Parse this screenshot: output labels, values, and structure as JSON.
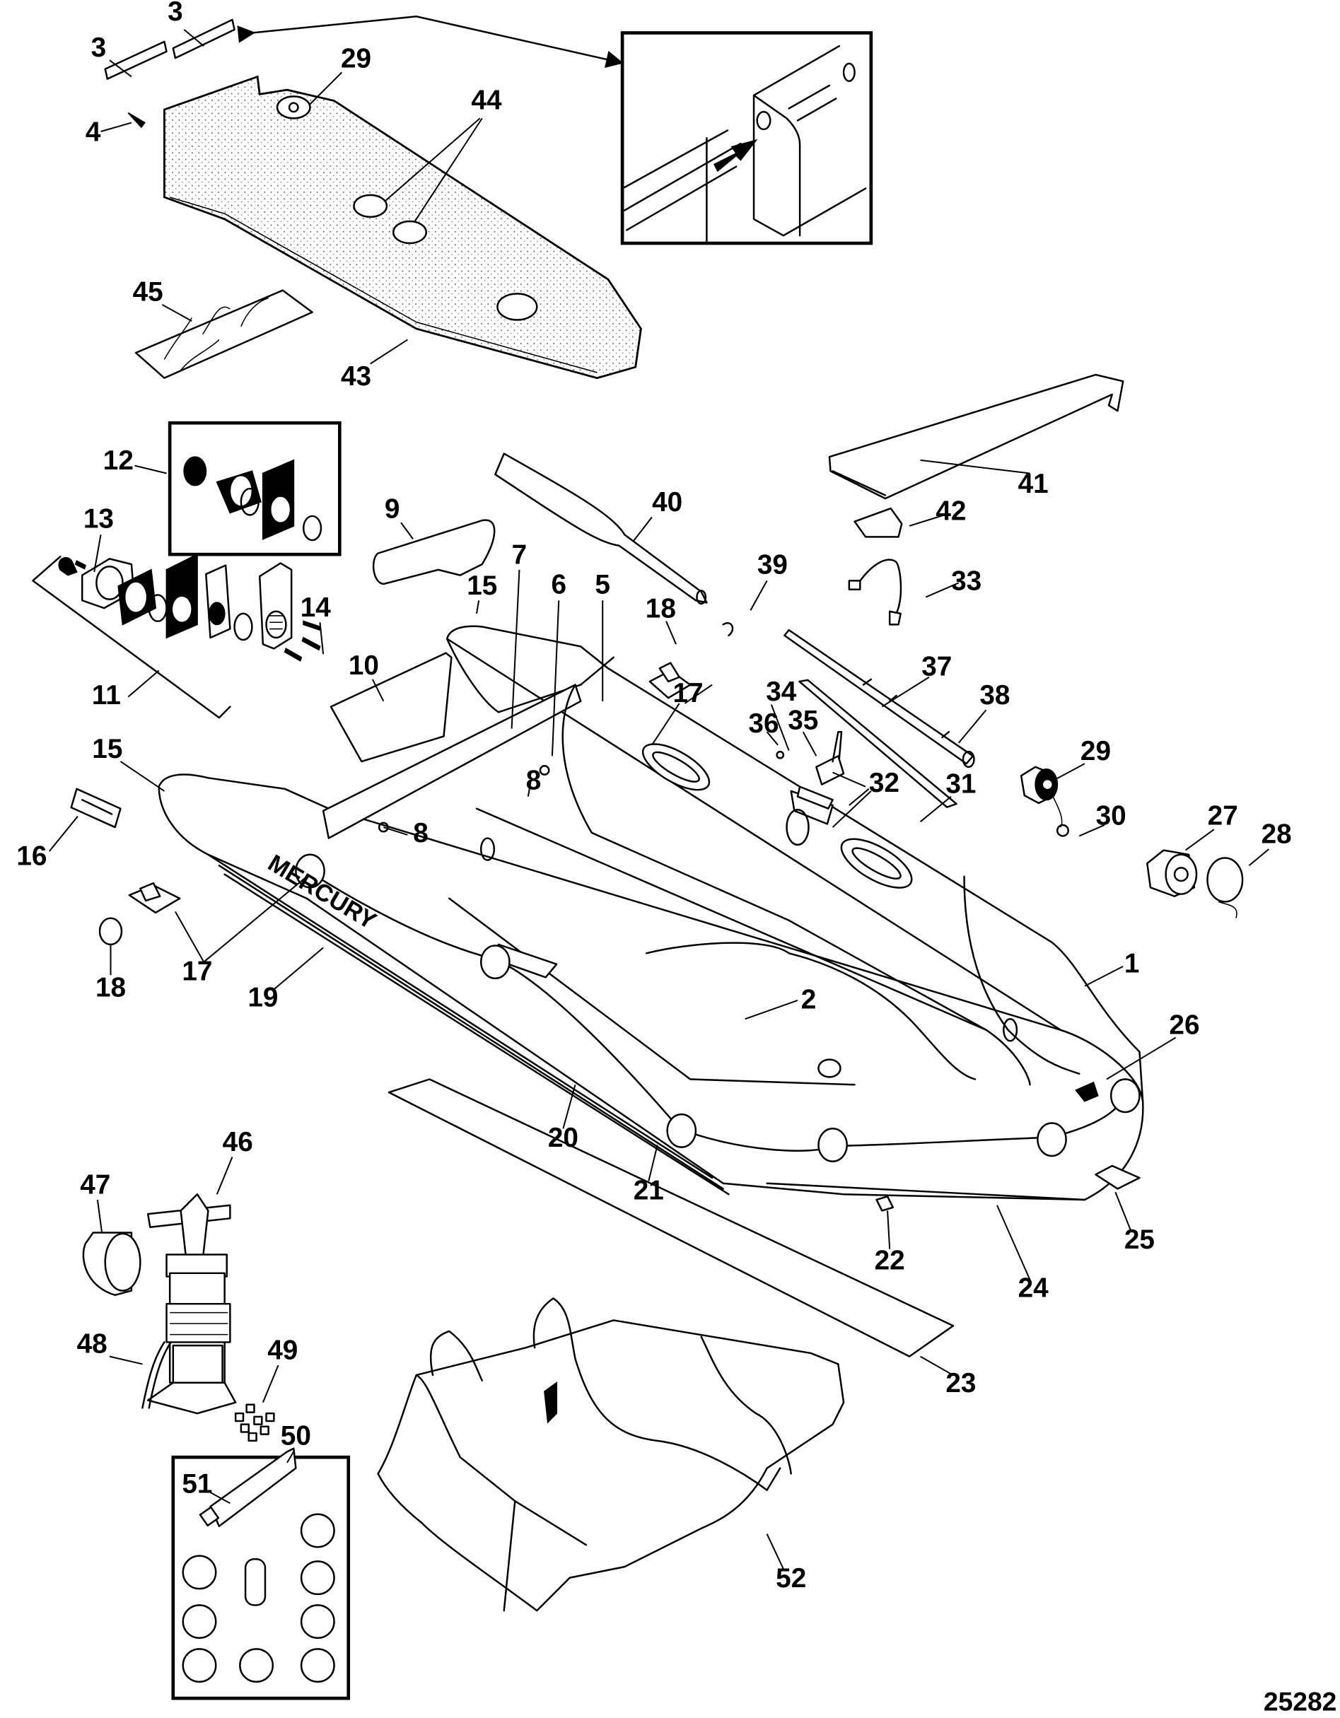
{
  "diagram": {
    "title": "Mercury inflatable boat exploded parts view",
    "figure_id": "25282",
    "hull_text": "MERCURY",
    "colors": {
      "line": "#000000",
      "background": "#ffffff"
    },
    "callouts": [
      {
        "ref": "3a",
        "label": "3"
      },
      {
        "ref": "3b",
        "label": "3"
      },
      {
        "ref": "4",
        "label": "4"
      },
      {
        "ref": "29a",
        "label": "29"
      },
      {
        "ref": "44",
        "label": "44"
      },
      {
        "ref": "45",
        "label": "45"
      },
      {
        "ref": "43",
        "label": "43"
      },
      {
        "ref": "12",
        "label": "12"
      },
      {
        "ref": "13",
        "label": "13"
      },
      {
        "ref": "11",
        "label": "11"
      },
      {
        "ref": "14",
        "label": "14"
      },
      {
        "ref": "9",
        "label": "9"
      },
      {
        "ref": "10",
        "label": "10"
      },
      {
        "ref": "15a",
        "label": "15"
      },
      {
        "ref": "7",
        "label": "7"
      },
      {
        "ref": "6",
        "label": "6"
      },
      {
        "ref": "5",
        "label": "5"
      },
      {
        "ref": "40",
        "label": "40"
      },
      {
        "ref": "39",
        "label": "39"
      },
      {
        "ref": "41",
        "label": "41"
      },
      {
        "ref": "42",
        "label": "42"
      },
      {
        "ref": "33",
        "label": "33"
      },
      {
        "ref": "18a",
        "label": "18"
      },
      {
        "ref": "17a",
        "label": "17"
      },
      {
        "ref": "37",
        "label": "37"
      },
      {
        "ref": "34",
        "label": "34"
      },
      {
        "ref": "38",
        "label": "38"
      },
      {
        "ref": "36",
        "label": "36"
      },
      {
        "ref": "35",
        "label": "35"
      },
      {
        "ref": "32",
        "label": "32"
      },
      {
        "ref": "8a",
        "label": "8"
      },
      {
        "ref": "8b",
        "label": "8"
      },
      {
        "ref": "29b",
        "label": "29"
      },
      {
        "ref": "30",
        "label": "30"
      },
      {
        "ref": "27",
        "label": "27"
      },
      {
        "ref": "28",
        "label": "28"
      },
      {
        "ref": "31",
        "label": "31"
      },
      {
        "ref": "15b",
        "label": "15"
      },
      {
        "ref": "16",
        "label": "16"
      },
      {
        "ref": "18b",
        "label": "18"
      },
      {
        "ref": "17b",
        "label": "17"
      },
      {
        "ref": "19",
        "label": "19"
      },
      {
        "ref": "1",
        "label": "1"
      },
      {
        "ref": "2",
        "label": "2"
      },
      {
        "ref": "26",
        "label": "26"
      },
      {
        "ref": "20",
        "label": "20"
      },
      {
        "ref": "21",
        "label": "21"
      },
      {
        "ref": "22",
        "label": "22"
      },
      {
        "ref": "24",
        "label": "24"
      },
      {
        "ref": "25",
        "label": "25"
      },
      {
        "ref": "23",
        "label": "23"
      },
      {
        "ref": "46",
        "label": "46"
      },
      {
        "ref": "47",
        "label": "47"
      },
      {
        "ref": "48",
        "label": "48"
      },
      {
        "ref": "49",
        "label": "49"
      },
      {
        "ref": "50",
        "label": "50"
      },
      {
        "ref": "51",
        "label": "51"
      },
      {
        "ref": "52",
        "label": "52"
      }
    ]
  }
}
